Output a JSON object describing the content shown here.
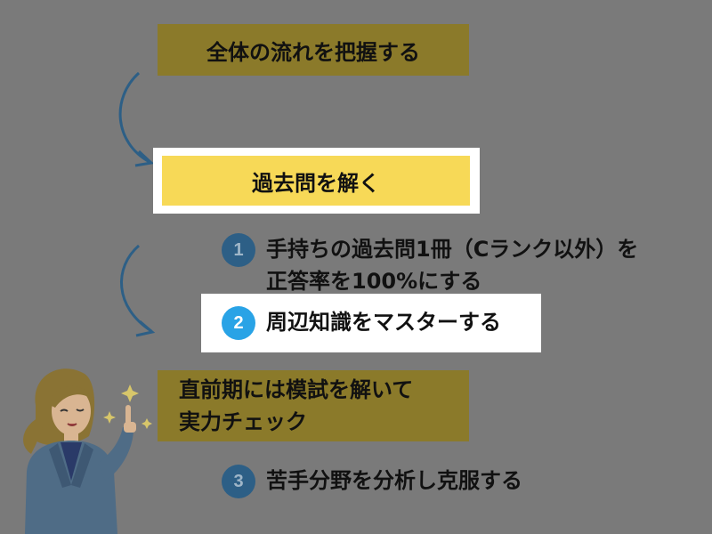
{
  "steps": {
    "step1": "全体の流れを把握する",
    "step2": "過去問を解く",
    "step3_line1": "直前期には模試を解いて",
    "step3_line2": "実力チェック"
  },
  "substeps": [
    {
      "number": "1",
      "line1": "手持ちの過去問1冊（Cランク以外）を",
      "line2": "正答率を100%にする"
    },
    {
      "number": "2",
      "line1": "周辺知識をマスターする"
    },
    {
      "number": "3",
      "line1": "苦手分野を分析し克服する"
    }
  ],
  "colors": {
    "background": "#7a7a7a",
    "dim_box": "#8b7a2a",
    "active_box": "#f7d957",
    "number_dim": "#2d5f86",
    "number_active": "#29a3e6",
    "arrow": "#2d5f86"
  }
}
